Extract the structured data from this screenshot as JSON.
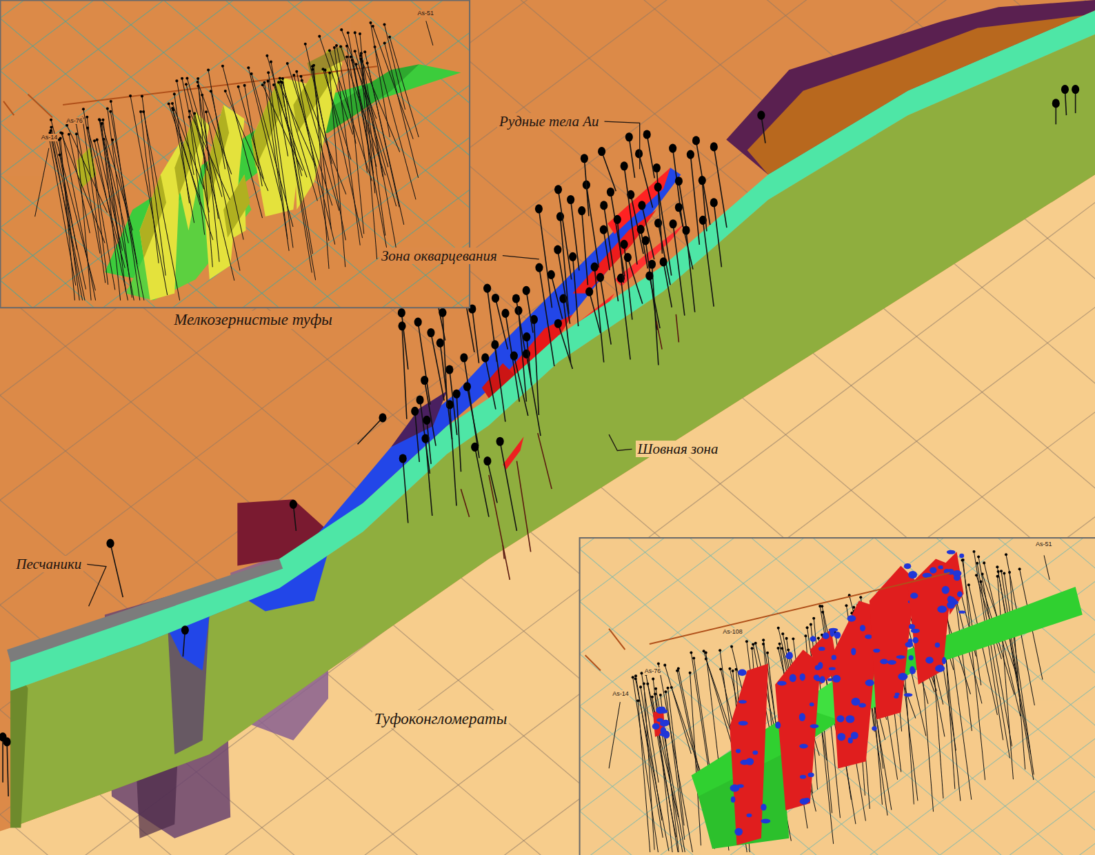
{
  "diagram": {
    "labels": [
      "Рудные тела Au",
      "Зона окварцевания",
      "Мелкозернистые туфы",
      "Шовная зона",
      "Песчаники",
      "Туфоконгломераты",
      "As-51",
      "As-14",
      "As-76",
      "As-51",
      "As-14",
      "As-76",
      "As-108"
    ]
  }
}
